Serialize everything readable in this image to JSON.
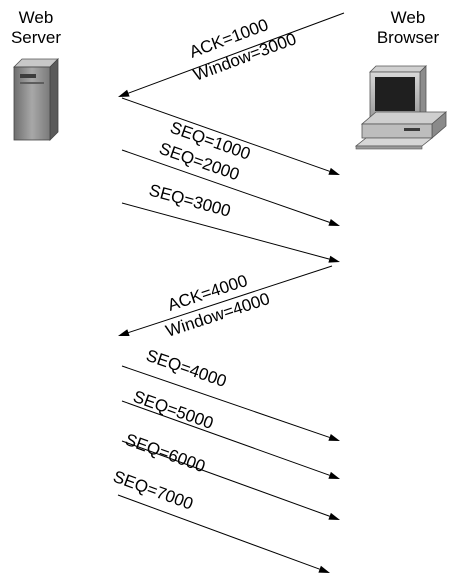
{
  "endpoints": {
    "server": {
      "line1": "Web",
      "line2": "Server",
      "icon": "server-icon"
    },
    "browser": {
      "line1": "Web",
      "line2": "Browser",
      "icon": "computer-icon"
    }
  },
  "messages": [
    {
      "direction": "to-server",
      "labels": [
        "ACK=1000",
        "Window=3000"
      ]
    },
    {
      "direction": "to-browser",
      "labels": [
        "SEQ=1000"
      ]
    },
    {
      "direction": "to-browser",
      "labels": [
        "SEQ=2000"
      ]
    },
    {
      "direction": "to-browser",
      "labels": [
        "SEQ=3000"
      ]
    },
    {
      "direction": "to-server",
      "labels": [
        "ACK=4000",
        "Window=4000"
      ]
    },
    {
      "direction": "to-browser",
      "labels": [
        "SEQ=4000"
      ]
    },
    {
      "direction": "to-browser",
      "labels": [
        "SEQ=5000"
      ]
    },
    {
      "direction": "to-browser",
      "labels": [
        "SEQ=6000"
      ]
    },
    {
      "direction": "to-browser",
      "labels": [
        "SEQ=7000"
      ]
    }
  ]
}
